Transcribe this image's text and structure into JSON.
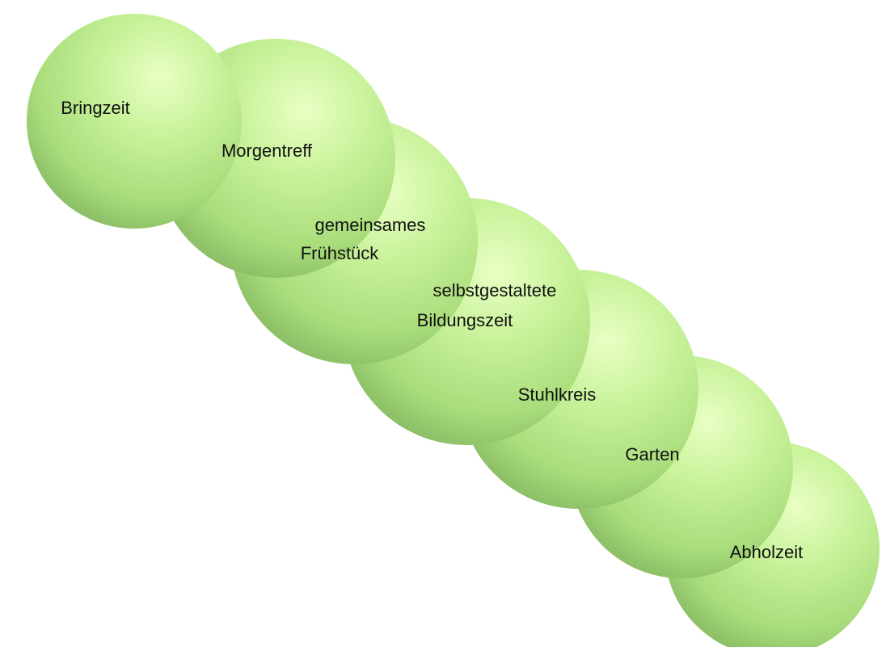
{
  "diagram": {
    "title": "",
    "segments": [
      {
        "id": "bringzeit",
        "lines": [
          "Bringzeit"
        ]
      },
      {
        "id": "morgentreff",
        "lines": [
          "Morgentreff"
        ]
      },
      {
        "id": "gemeinsames-fruehstueck",
        "lines": [
          "gemeinsames",
          "Frühstück"
        ]
      },
      {
        "id": "selbstgestaltete-bildungszeit",
        "lines": [
          "selbstgestaltete",
          "Bildungszeit"
        ]
      },
      {
        "id": "stuhlkreis",
        "lines": [
          "Stuhlkreis"
        ]
      },
      {
        "id": "garten",
        "lines": [
          "Garten"
        ]
      },
      {
        "id": "abholzeit",
        "lines": [
          "Abholzeit"
        ]
      }
    ],
    "colors": {
      "highlight": "#e9ffc4",
      "light": "#c8f29a",
      "mid": "#a9dc7b",
      "dark": "#7fb25d",
      "text": "#111111"
    }
  }
}
